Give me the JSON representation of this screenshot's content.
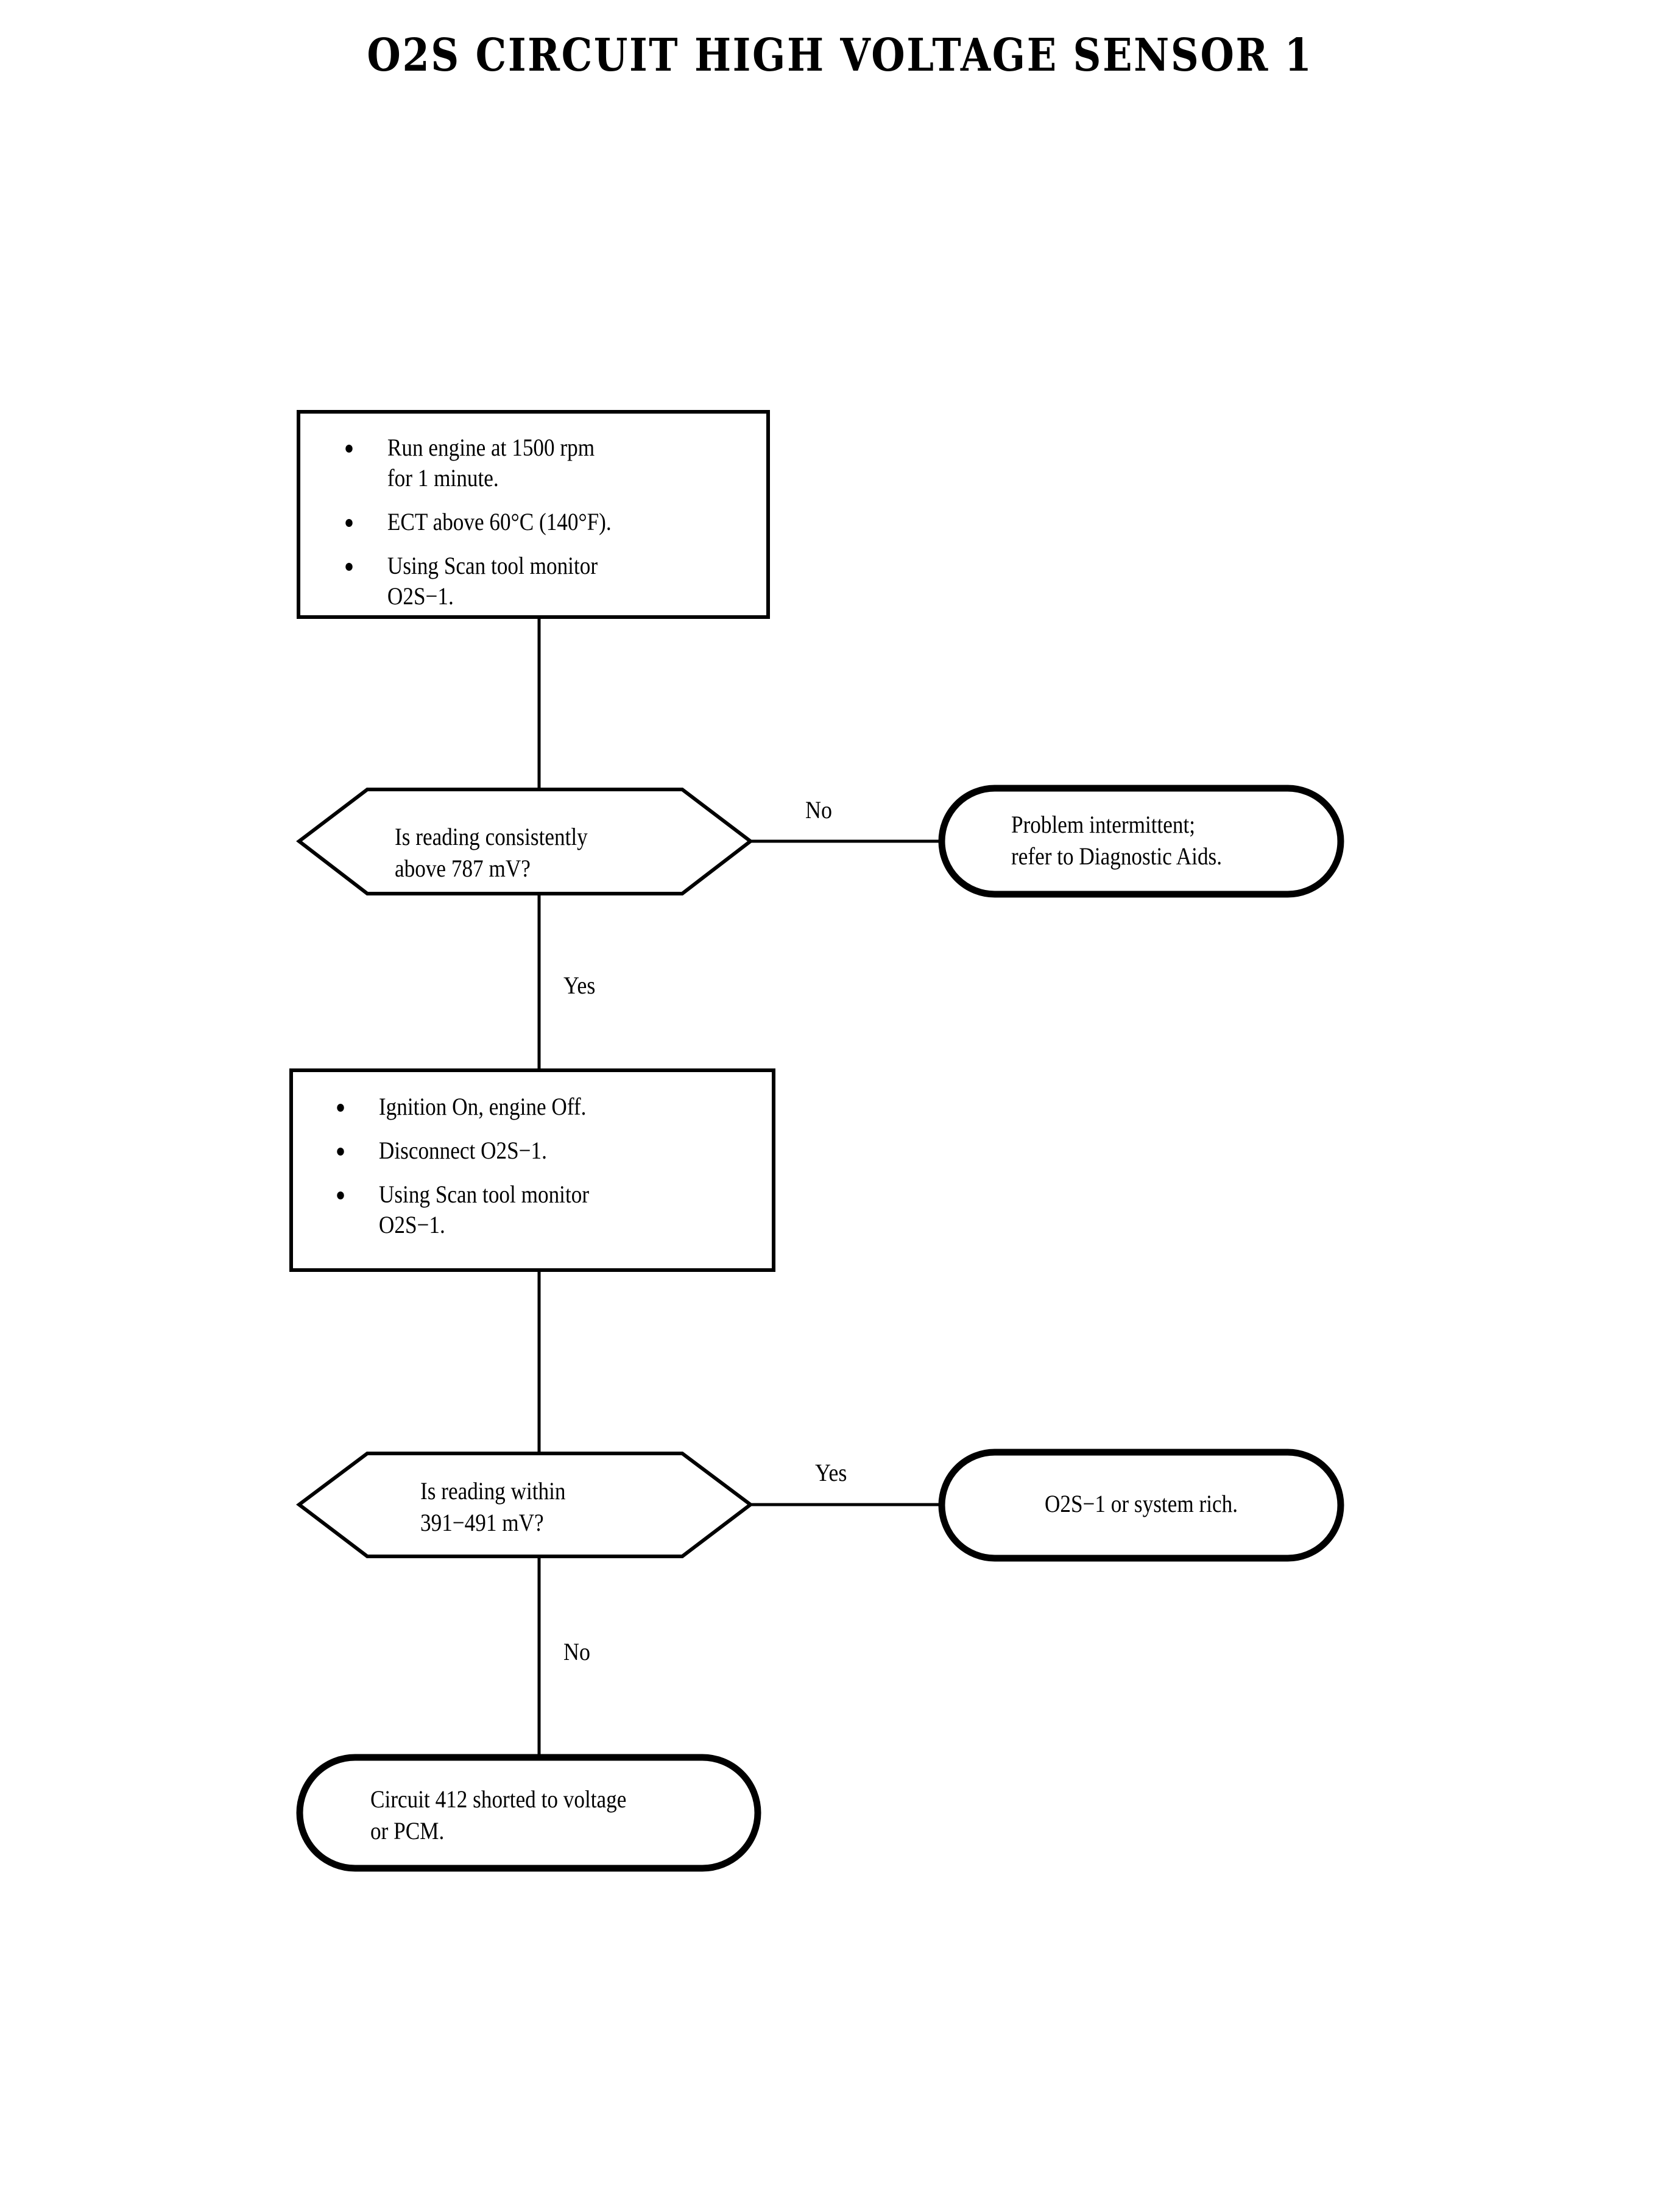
{
  "title": "O2S CIRCUIT HIGH VOLTAGE SENSOR 1",
  "colors": {
    "ink": "#000000",
    "paper": "#ffffff"
  },
  "nodes": {
    "step1": {
      "type": "process",
      "bullets": [
        "Run engine at 1500 rpm\nfor 1 minute.",
        "ECT above 60°C (140°F).",
        "Using Scan tool monitor\nO2S−1."
      ]
    },
    "decision1": {
      "type": "decision",
      "text": "Is reading consistently\nabove 787 mV?"
    },
    "result1": {
      "type": "terminal",
      "text": "Problem intermittent;\nrefer to Diagnostic Aids."
    },
    "step2": {
      "type": "process",
      "bullets": [
        "Ignition On, engine Off.",
        "Disconnect O2S−1.",
        "Using Scan tool monitor\nO2S−1."
      ]
    },
    "decision2": {
      "type": "decision",
      "text": "Is reading within\n391−491 mV?"
    },
    "result2": {
      "type": "terminal",
      "text": "O2S−1 or system rich."
    },
    "result3": {
      "type": "terminal",
      "text": "Circuit 412 shorted to voltage\nor PCM."
    }
  },
  "edges": {
    "decision1_no": "No",
    "decision1_yes": "Yes",
    "decision2_yes": "Yes",
    "decision2_no": "No"
  }
}
